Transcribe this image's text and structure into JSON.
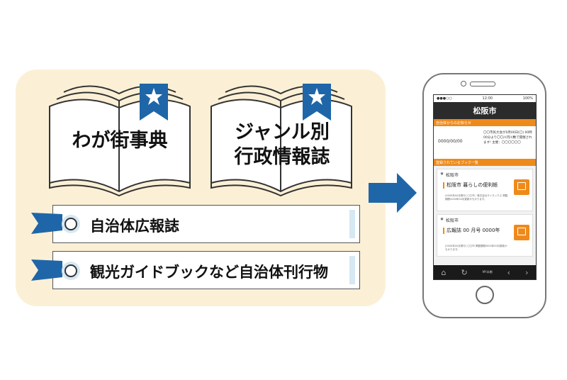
{
  "books": [
    {
      "title_lines": [
        "わが街事典"
      ]
    },
    {
      "title_lines": [
        "ジャンル別",
        "行政情報誌"
      ]
    }
  ],
  "tags": [
    {
      "label": "自治体広報誌"
    },
    {
      "label": "観光ガイドブックなど自治体刊行物"
    }
  ],
  "colors": {
    "panel": "#fbf0d6",
    "accent_blue": "#1f66a8",
    "accent_orange": "#ee8a1c"
  },
  "phone": {
    "status_left": "●●●○○",
    "status_mid": "12:00",
    "status_right": "100%",
    "header_title": "松阪市",
    "notice_bar": "自治体からのお知らせ",
    "notice_date": "0000/00/00",
    "notice_text": "〇〇市民大会が0月00日(〇) 00時00分より〇〇川河川敷で開催されます! 主催：〇〇〇〇〇〇",
    "books_bar": "登録されているブック一覧",
    "cards": [
      {
        "city": "松阪市",
        "title": "松阪市 暮らしの便利帳",
        "meta": "(0000年00月発行) 〇〇市／株式会社サイネックス 掲載期間2000年00月更新かもかります。"
      },
      {
        "city": "松阪市",
        "title": "広報誌 00 月号 0000年",
        "meta": "(0000年00月発行) 〇〇市 掲載期間0000年00月更新かもかります。"
      }
    ],
    "nav_mybook": "MY本棚"
  }
}
